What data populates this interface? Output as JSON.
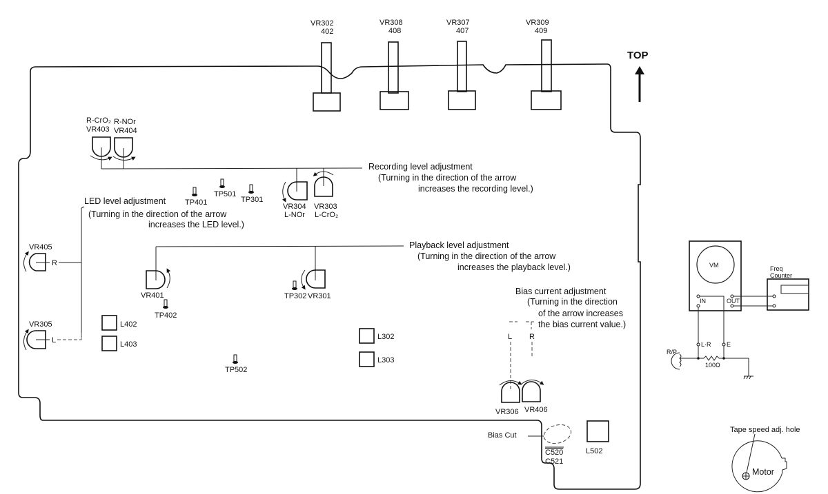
{
  "diagram": {
    "orientation_label": "TOP",
    "top_controls": [
      {
        "line1": "VR302",
        "line2": "402"
      },
      {
        "line1": "VR308",
        "line2": "408"
      },
      {
        "line1": "VR307",
        "line2": "407"
      },
      {
        "line1": "VR309",
        "line2": "409"
      }
    ],
    "recording_pots": {
      "r_cro2_label": "R-CrO₂",
      "r_cro2_id": "VR403",
      "r_nor_label": "R-NOr",
      "r_nor_id": "VR404",
      "l_nor_id": "VR304",
      "l_nor_label": "L-NOr",
      "l_cro2_id": "VR303",
      "l_cro2_label": "L-CrO₂"
    },
    "test_points": [
      "TP401",
      "TP501",
      "TP301",
      "TP402",
      "TP302",
      "TP502"
    ],
    "recording_note": {
      "title": "Recording level adjustment",
      "line1": "(Turning in the direction of the arrow",
      "line2": "increases the recording level.)"
    },
    "led_note": {
      "title": "LED level adjustment",
      "line1": "(Turning in the direction of the arrow",
      "line2": "increases the LED level.)"
    },
    "playback_note": {
      "title": "Playback level adjustment",
      "line1": "(Turning in the direction of the arrow",
      "line2": "increases the playback level.)"
    },
    "bias_note": {
      "title": "Bias current adjustment",
      "line1": "(Turning in the direction",
      "line2": "of the arrow increases",
      "line3": "the bias current value.)"
    },
    "led_pots": {
      "right_id": "VR405",
      "right_ch": "R",
      "left_id": "VR305",
      "left_ch": "L"
    },
    "playback_pots": {
      "left_id": "VR401",
      "right_id": "VR301"
    },
    "bias_pots": {
      "left_id": "VR306",
      "right_id": "VR406",
      "left_ch": "L",
      "right_ch": "R"
    },
    "coils": [
      "L402",
      "L403",
      "L302",
      "L303",
      "L502"
    ],
    "bias_cut": {
      "label": "Bias Cut",
      "cap1": "C520",
      "cap2": "C521"
    },
    "test_setup": {
      "meter": "VM",
      "in_label": "IN",
      "out_label": "OUT",
      "counter_line1": "Freq",
      "counter_line2": "Counter",
      "lr_label": "L·R",
      "e_label": "E",
      "head_label": "R/P",
      "resistor": "100Ω"
    },
    "motor": {
      "hole_label": "Tape speed adj. hole",
      "label": "Motor"
    }
  }
}
